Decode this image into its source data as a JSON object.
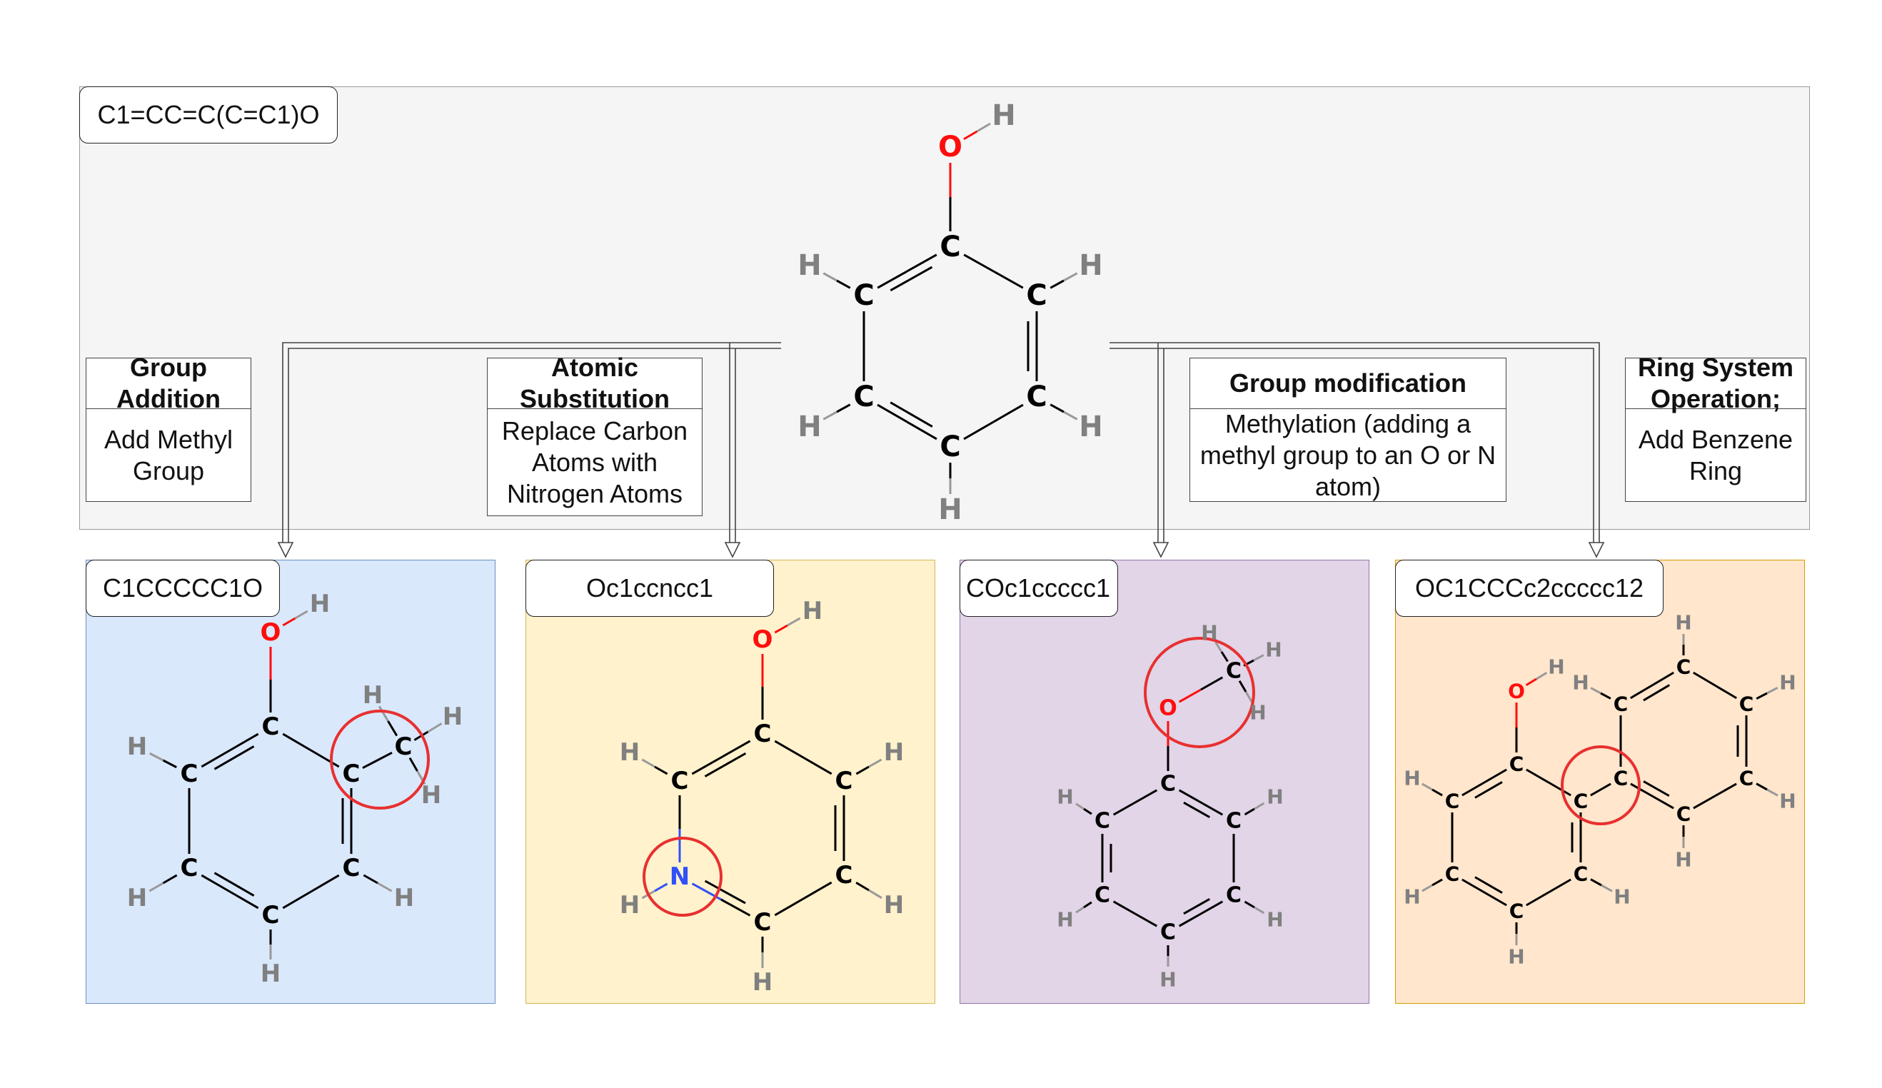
{
  "parent": {
    "smiles": "C1=CC=C(C=C1)O"
  },
  "operations": [
    {
      "title": "Group Addition",
      "description": "Add Methyl Group"
    },
    {
      "title": "Atomic Substitution",
      "description": "Replace Carbon Atoms with Nitrogen Atoms"
    },
    {
      "title": "Group modification",
      "description": "Methylation (adding a methyl group to an O or N atom)"
    },
    {
      "title": "Ring System Operation;",
      "description": "Add Benzene Ring"
    }
  ],
  "products": [
    {
      "smiles": "C1CCCCC1O",
      "panel_color": "#dae8fc"
    },
    {
      "smiles": "Oc1ccncc1",
      "panel_color": "#fff2cc"
    },
    {
      "smiles": "COc1ccccc1",
      "panel_color": "#e1d5e7"
    },
    {
      "smiles": "OC1CCCc2ccccc12",
      "panel_color": "#ffe6cc"
    }
  ],
  "atoms": {
    "carbon": "C",
    "hydrogen": "H",
    "oxygen": "O",
    "nitrogen": "N"
  },
  "colors": {
    "oxygen": "#ff0d0d",
    "nitrogen": "#3050f8",
    "hydrogen": "#808080",
    "carbon": "#000000",
    "highlight": "#e83030"
  }
}
